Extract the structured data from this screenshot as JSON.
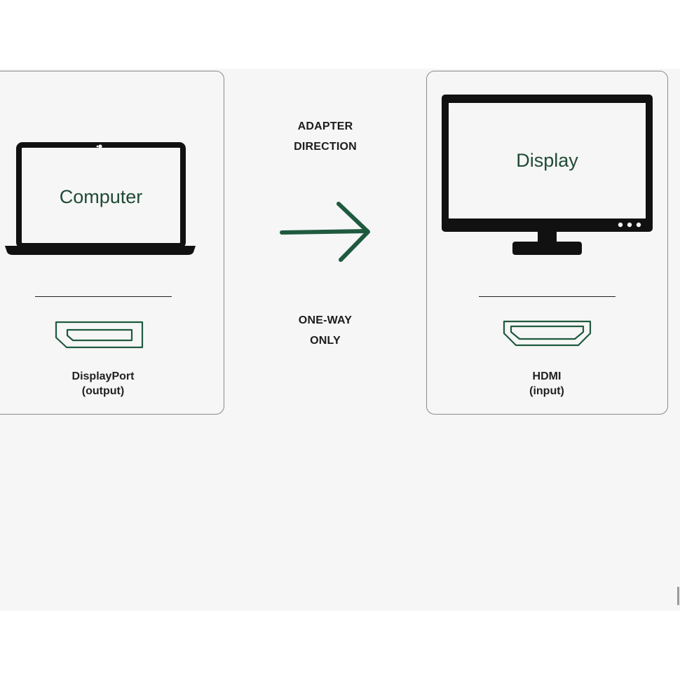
{
  "computer": {
    "screen_label": "Computer",
    "port_name": "DisplayPort",
    "port_role": "(output)"
  },
  "display": {
    "screen_label": "Display",
    "port_name": "HDMI",
    "port_role": "(input)"
  },
  "adapter": {
    "direction_line1": "ADAPTER",
    "direction_line2": "DIRECTION",
    "restriction_line1": "ONE-WAY",
    "restriction_line2": "ONLY"
  },
  "colors": {
    "accent_green": "#1f5a3f",
    "text_green": "#1f4a35",
    "device_black": "#111111",
    "card_border": "#8a8a8a",
    "background": "#f6f6f6"
  }
}
